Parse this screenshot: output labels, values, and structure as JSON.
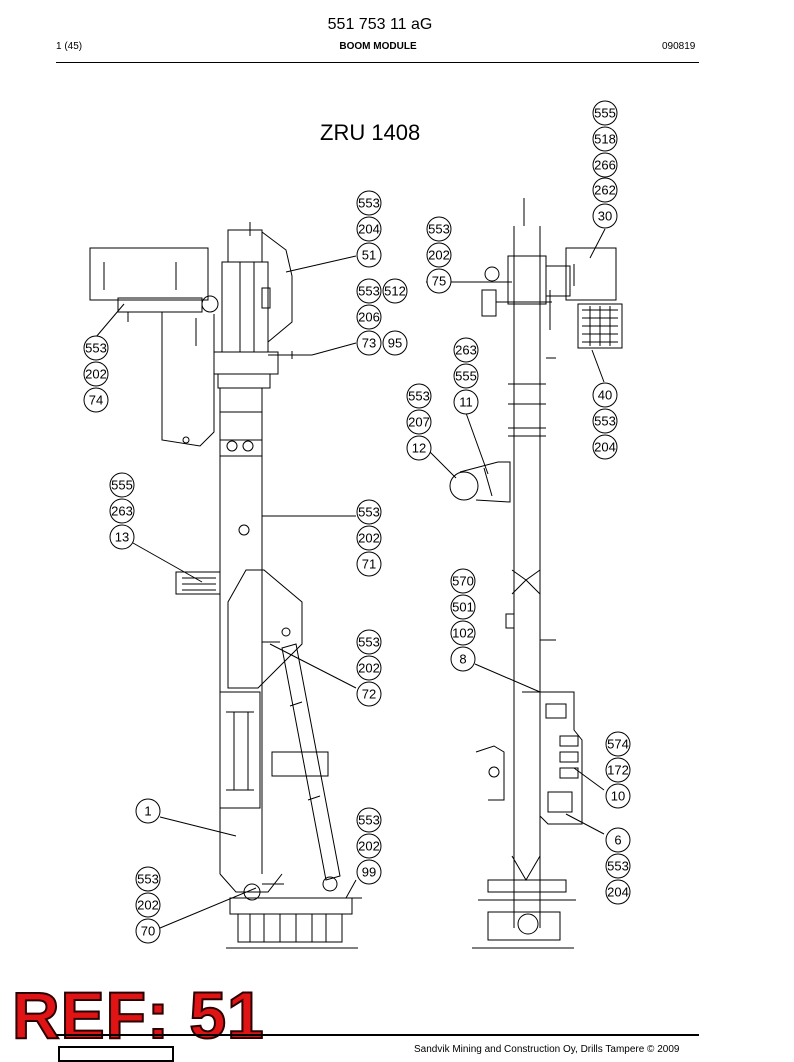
{
  "header": {
    "doc_number": "551 753 11 aG",
    "page": "1 (45)",
    "section": "BOOM MODULE",
    "date": "090819"
  },
  "title": "ZRU 1408",
  "callouts": [
    "555",
    "518",
    "266",
    "262",
    "30",
    "553",
    "204",
    "51",
    "553",
    "202",
    "75",
    "553",
    "512",
    "206",
    "73",
    "95",
    "553",
    "202",
    "74",
    "263",
    "555",
    "11",
    "553",
    "207",
    "12",
    "40",
    "553",
    "204",
    "555",
    "263",
    "13",
    "553",
    "202",
    "71",
    "570",
    "501",
    "102",
    "8",
    "553",
    "202",
    "72",
    "574",
    "172",
    "10",
    "1",
    "553",
    "202",
    "99",
    "6",
    "553",
    "204",
    "553",
    "202",
    "70"
  ],
  "ref_stamp": "REF: 51",
  "footer": {
    "text": "Sandvik Mining and Construction Oy, Drills Tampere © 2009"
  }
}
